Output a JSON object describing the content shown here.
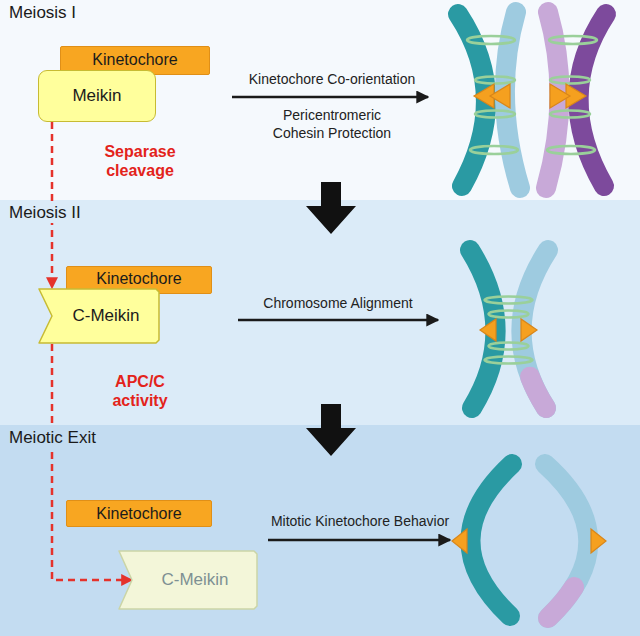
{
  "diagram": {
    "nodes": [
      {
        "text": [
          "Meiosis I"
        ]
      },
      {
        "text": [
          "Kinetochore"
        ],
        "in": 0
      },
      {
        "text": [
          "Meikin"
        ],
        "in": 0
      },
      {
        "text": [
          "Meiosis II"
        ]
      },
      {
        "text": [
          "Kinetochore"
        ],
        "in": 3
      },
      {
        "text": [
          "C-Meikin"
        ],
        "in": 3
      },
      {
        "text": [
          "Meiotic Exit"
        ]
      },
      {
        "text": [
          "Kinetochore"
        ],
        "in": 6
      },
      {
        "text": [
          "C-Meikin"
        ],
        "in": 6
      }
    ],
    "edges": [
      {
        "from": 2,
        "to": 5,
        "arrow": "to",
        "label": "Separase cleavage"
      },
      {
        "from": 5,
        "to": 8,
        "arrow": "to",
        "label": "APC/C activity"
      }
    ],
    "labels": [
      "Kinetochore Co-orientation",
      "Pericentromeric Cohesin Protection",
      "Chromosome Alignment",
      "Mitotic Kinetochore Behavior"
    ]
  }
}
